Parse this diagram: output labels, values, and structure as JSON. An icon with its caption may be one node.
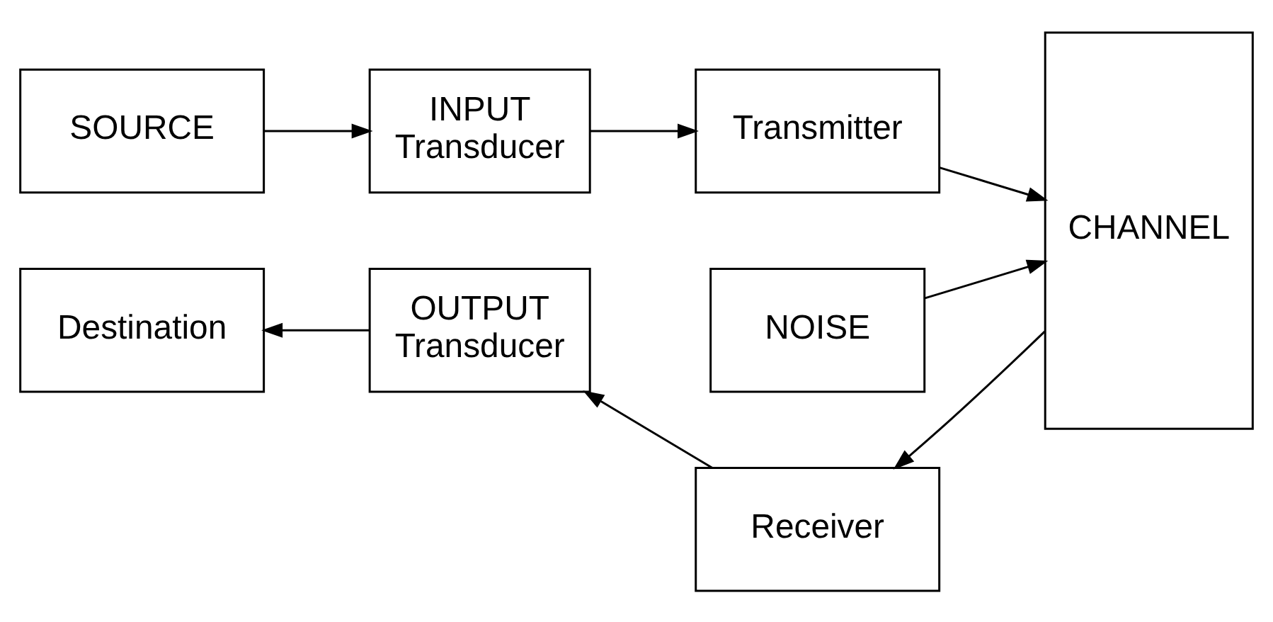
{
  "diagram": {
    "nodes": [
      {
        "text": [
          "SOURCE"
        ]
      },
      {
        "text": [
          "INPUT Transducer"
        ]
      },
      {
        "text": [
          "Transmitter"
        ]
      },
      {
        "text": [
          "CHANNEL"
        ]
      },
      {
        "text": [
          "NOISE"
        ]
      },
      {
        "text": [
          "Destination"
        ]
      },
      {
        "text": [
          "OUTPUT Transducer"
        ]
      },
      {
        "text": [
          "Receiver"
        ]
      }
    ],
    "edges": [
      {
        "from": 0,
        "to": 1,
        "arrow": "to"
      },
      {
        "from": 1,
        "to": 2,
        "arrow": "to"
      },
      {
        "from": 2,
        "to": 3,
        "arrow": "to"
      },
      {
        "from": 4,
        "to": 3,
        "arrow": "to"
      },
      {
        "from": 3,
        "to": 7,
        "arrow": "to"
      },
      {
        "from": 7,
        "to": 6,
        "arrow": "to"
      },
      {
        "from": 6,
        "to": 5,
        "arrow": "to"
      }
    ]
  }
}
